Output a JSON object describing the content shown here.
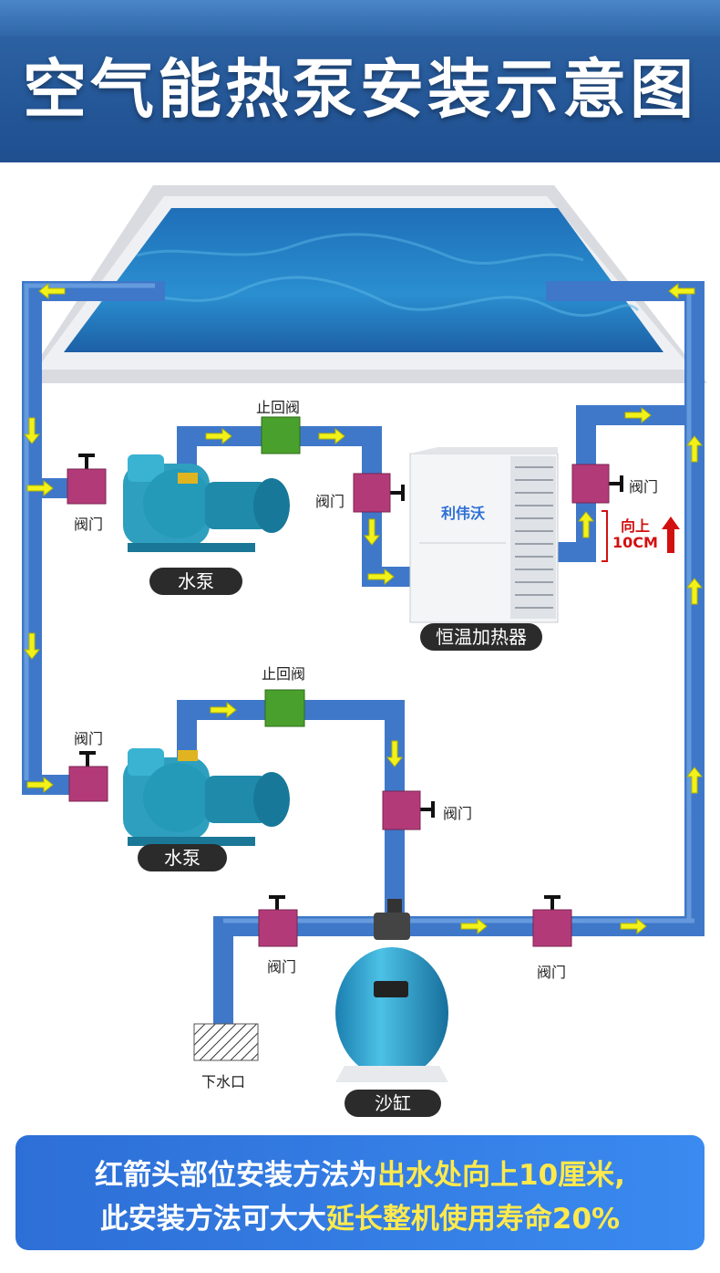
{
  "header": {
    "title": "空气能热泵安装示意图"
  },
  "labels": {
    "check_valve_1": "止回阀",
    "check_valve_2": "止回阀",
    "valve_pump1": "阀门",
    "valve_heater_in": "阀门",
    "valve_heater_out": "阀门",
    "valve_pump2": "阀门",
    "valve_filter_in": "阀门",
    "valve_drain": "阀门",
    "valve_return": "阀门",
    "pump_1": "水泵",
    "pump_2": "水泵",
    "heater": "恒温加热器",
    "heater_brand": "利伟沃",
    "drain": "下水口",
    "sand_filter": "沙缸",
    "raise_line1": "向上",
    "raise_line2": "10CM"
  },
  "footer": {
    "line1_a": "红箭头部位安装方法为",
    "line1_b": "出水处向上10厘米,",
    "line2_a": "此安装方法可大大",
    "line2_b": "延长整机使用寿命20%"
  },
  "colors": {
    "pipe": "#3f78c9",
    "valve": "#b33a78",
    "check_valve": "#4aa02c",
    "arrow": "#f2f21a",
    "raise_arrow": "#d21010",
    "pump": "#2e9fbe"
  }
}
